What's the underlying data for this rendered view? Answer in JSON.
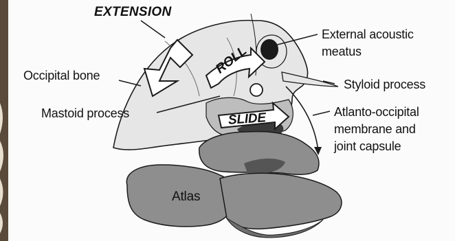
{
  "title": "EXTENSION",
  "labels": {
    "external_acoustic_meatus": [
      "External acoustic",
      "meatus"
    ],
    "occipital_bone": "Occipital bone",
    "styloid_process": "Styloid process",
    "mastoid_process": "Mastoid process",
    "atlanto_occipital": [
      "Atlanto-occipital",
      "membrane and",
      "joint capsule"
    ],
    "atlas": "Atlas"
  },
  "motion_labels": {
    "roll": "ROLL",
    "slide": "SLIDE"
  },
  "colors": {
    "bone": "#e8e8e8",
    "vertebra": "#8e8e8e",
    "vertebra_dark": "#585858",
    "outline": "#1a1a1a",
    "background": "#fbfbfb"
  }
}
